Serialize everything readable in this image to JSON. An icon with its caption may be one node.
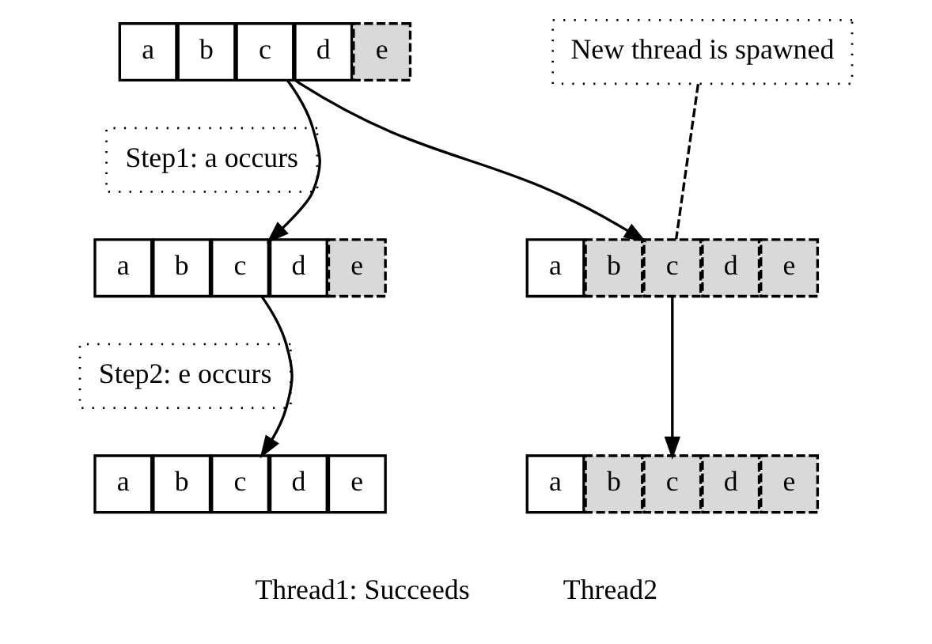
{
  "diagram": {
    "nodes": [
      {
        "text": [
          "a"
        ]
      },
      {
        "text": [
          "b"
        ]
      },
      {
        "text": [
          "c"
        ]
      },
      {
        "text": [
          "d"
        ]
      },
      {
        "text": [
          "e"
        ]
      },
      {
        "text": [
          "New thread is spawned"
        ]
      },
      {
        "text": [
          "Step1: a occurs"
        ]
      },
      {
        "text": [
          "a"
        ]
      },
      {
        "text": [
          "b"
        ]
      },
      {
        "text": [
          "c"
        ]
      },
      {
        "text": [
          "d"
        ]
      },
      {
        "text": [
          "e"
        ]
      },
      {
        "text": [
          "a"
        ]
      },
      {
        "text": [
          "b"
        ]
      },
      {
        "text": [
          "c"
        ]
      },
      {
        "text": [
          "d"
        ]
      },
      {
        "text": [
          "e"
        ]
      },
      {
        "text": [
          "Step2: e occurs"
        ]
      },
      {
        "text": [
          "a"
        ]
      },
      {
        "text": [
          "b"
        ]
      },
      {
        "text": [
          "c"
        ]
      },
      {
        "text": [
          "d"
        ]
      },
      {
        "text": [
          "e"
        ]
      },
      {
        "text": [
          "a"
        ]
      },
      {
        "text": [
          "b"
        ]
      },
      {
        "text": [
          "c"
        ]
      },
      {
        "text": [
          "d"
        ]
      },
      {
        "text": [
          "e"
        ]
      }
    ],
    "edges": [
      {
        "from": 2,
        "to": 9,
        "arrow": "to"
      },
      {
        "from": 2,
        "to": 14,
        "arrow": "to"
      },
      {
        "from": 5,
        "to": 14,
        "arrow": "none",
        "style": "dashed"
      },
      {
        "from": 9,
        "to": 20,
        "arrow": "to"
      },
      {
        "from": 14,
        "to": 25,
        "arrow": "to"
      }
    ],
    "labels": [
      "Thread1: Succeeds",
      "Thread2"
    ]
  }
}
